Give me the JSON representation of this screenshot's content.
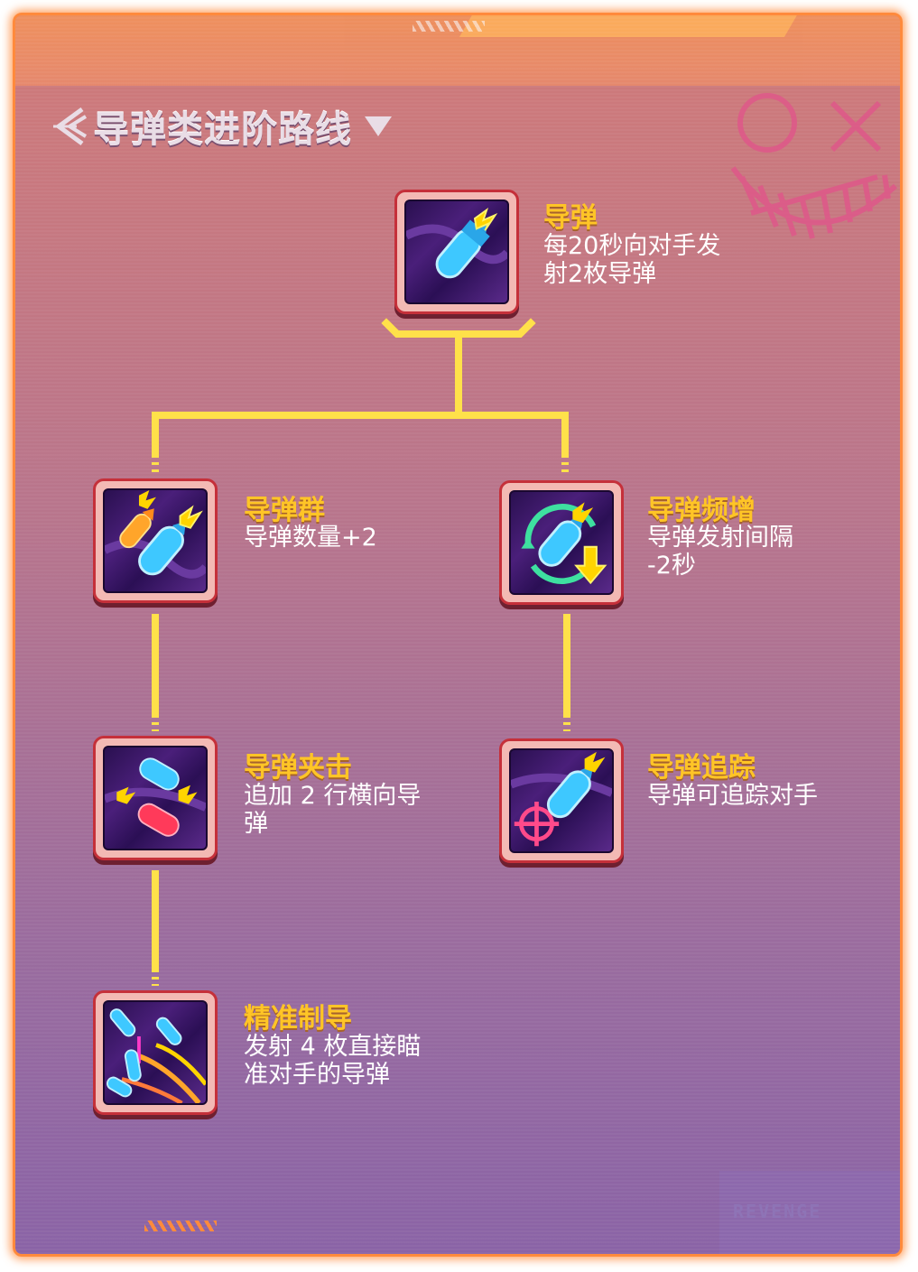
{
  "header": {
    "title": "导弹类进阶路线"
  },
  "watermark": "REVENGE",
  "nodes": [
    {
      "id": "missile",
      "name": "导弹",
      "desc": "每20秒向对手发\n射2枚导弹"
    },
    {
      "id": "swarm",
      "name": "导弹群",
      "desc": "导弹数量+2"
    },
    {
      "id": "frequency",
      "name": "导弹频增",
      "desc": "导弹发射间隔\n-2秒"
    },
    {
      "id": "pincer",
      "name": "导弹夹击",
      "desc": "追加 2 行横向导\n弹"
    },
    {
      "id": "tracking",
      "name": "导弹追踪",
      "desc": "导弹可追踪对手"
    },
    {
      "id": "precision",
      "name": "精准制导",
      "desc": "发射 4 枚直接瞄\n准对手的导弹"
    }
  ],
  "colors": {
    "accent": "#ffc526",
    "frame": "#ff8a3c",
    "connector": "#ffe14a",
    "missile_blue": "#3ec8ff",
    "missile_orange": "#ffa52a",
    "missile_red": "#ff3a5a"
  },
  "icons": {
    "back": "chevron-left-icon",
    "dropdown": "triangle-down-icon",
    "decoration": "skull-grin-icon"
  }
}
